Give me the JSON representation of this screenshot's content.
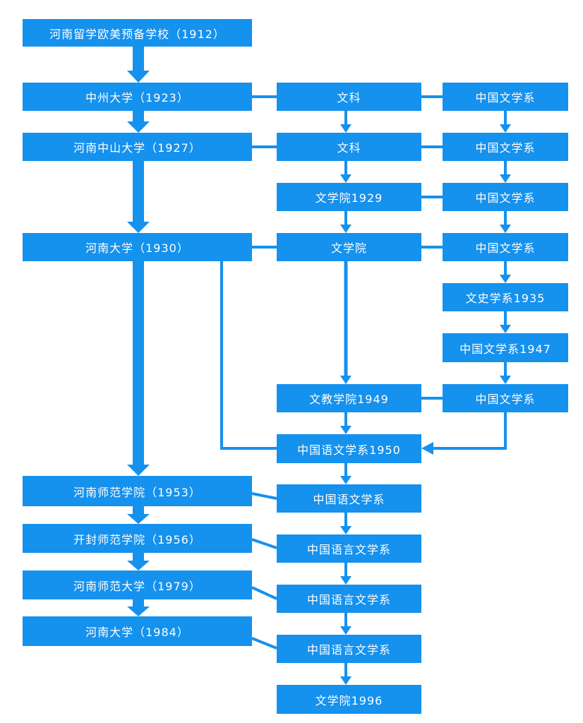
{
  "diagram": {
    "colors": {
      "box": "#1591ee",
      "text": "#ffffff",
      "background": "#ffffff"
    },
    "nodes": {
      "n1912": "河南留学欧美预备学校（1912）",
      "n1923": "中州大学（1923）",
      "n1927": "河南中山大学（1927）",
      "n1930": "河南大学（1930）",
      "n1953": "河南师范学院（1953）",
      "n1956": "开封师范学院（1956）",
      "n1979": "河南师范大学（1979）",
      "n1984": "河南大学（1984）",
      "mid_wenke_1": "文科",
      "mid_wenke_2": "文科",
      "mid_wxy1929": "文学院1929",
      "mid_wxy": "文学院",
      "mid_wjxy1949": "文教学院1949",
      "mid_zgywxx1950": "中国语文学系1950",
      "mid_zgywxx": "中国语文学系",
      "mid_zgyywxx_1": "中国语言文学系",
      "mid_zgyywxx_2": "中国语言文学系",
      "mid_zgyywxx_3": "中国语言文学系",
      "mid_wxy1996": "文学院1996",
      "r_zgwxx_1": "中国文学系",
      "r_zgwxx_2": "中国文学系",
      "r_zgwxx_3": "中国文学系",
      "r_zgwxx_4": "中国文学系",
      "r_wsxx1935": "文史学系1935",
      "r_zgwxx1947": "中国文学系1947",
      "r_zgwxx_5": "中国文学系"
    }
  }
}
